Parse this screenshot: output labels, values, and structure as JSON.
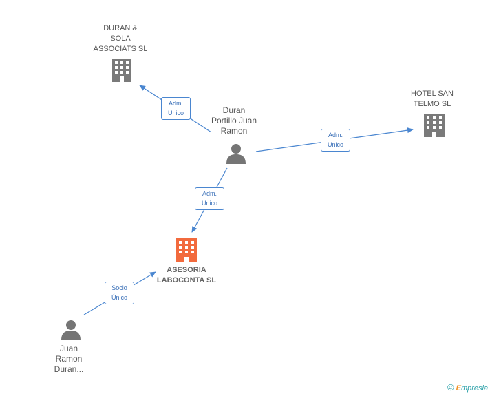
{
  "colors": {
    "company": "#7a7a7a",
    "company_highlight": "#f26a3d",
    "person": "#757575",
    "edge": "#4a86d0"
  },
  "nodes": {
    "duran_sola": {
      "lines": [
        "DURAN &",
        "SOLA",
        "ASSOCIATS SL"
      ],
      "icon": "building-icon"
    },
    "hotel_san_telmo": {
      "lines": [
        "HOTEL SAN",
        "TELMO SL"
      ],
      "icon": "building-icon"
    },
    "duran_portillo": {
      "lines": [
        "Duran",
        "Portillo Juan",
        "Ramon"
      ],
      "icon": "person-icon"
    },
    "asesoria": {
      "lines": [
        "ASESORIA",
        "LABOCONTA SL"
      ],
      "icon": "building-icon"
    },
    "juan_ramon": {
      "lines": [
        "Juan",
        "Ramon",
        "Duran..."
      ],
      "icon": "person-icon"
    }
  },
  "relations": {
    "to_duran_sola": [
      "Adm.",
      "Unico"
    ],
    "to_hotel": [
      "Adm.",
      "Unico"
    ],
    "to_asesoria": [
      "Adm.",
      "Unico"
    ],
    "juan_to_asesoria": [
      "Socio",
      "Único"
    ]
  },
  "footer": {
    "copyright": "©",
    "brand_initial": "E",
    "brand_rest": "mpresia"
  }
}
